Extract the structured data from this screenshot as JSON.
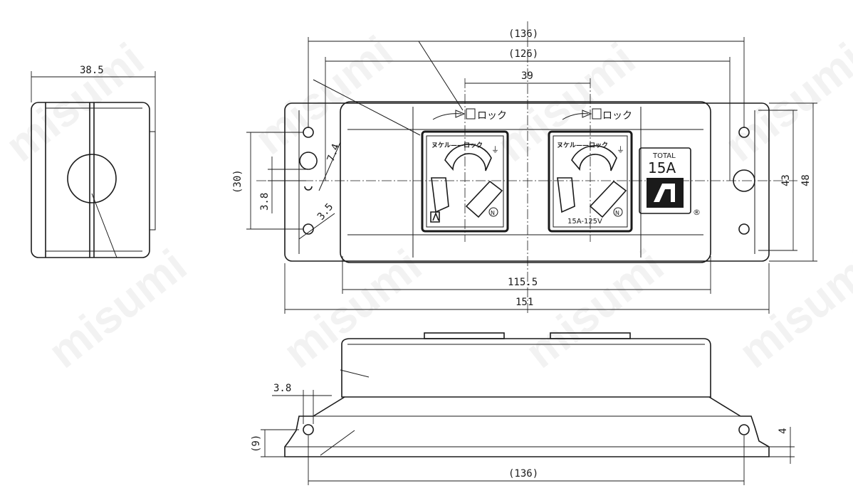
{
  "watermark": "misumi",
  "dimensions": {
    "side_width": "38.5",
    "overall_136_top": "(136)",
    "inner_126": "(126)",
    "pitch_39": "39",
    "h_30": "(30)",
    "d_7_4": "7.4",
    "d_3_8_left": "3.8",
    "d_3_5": "3.5",
    "h_43": "43",
    "h_48": "48",
    "w_115_5": "115.5",
    "w_151": "151",
    "bottom_3_8": "3.8",
    "bottom_9": "(9)",
    "bottom_4": "4",
    "overall_136_bottom": "(136)"
  },
  "labels": {
    "lock_left": "ロック",
    "lock_right": "ロック",
    "outlet_left_top": "ヌケル——ロック",
    "outlet_right_top": "ヌケル——ロック",
    "outlet_right_rating": "15A-125V",
    "total_label": "TOTAL",
    "total_value": "15A",
    "registered": "®",
    "neutral_mark": "N",
    "ground_mark": "⏚"
  },
  "icons": [
    "brand-logo-icon",
    "ground-icon",
    "neutral-icon",
    "arrow-icon",
    "lock-box-icon"
  ],
  "colors": {
    "line": "#1a1a1a",
    "background": "#ffffff"
  }
}
